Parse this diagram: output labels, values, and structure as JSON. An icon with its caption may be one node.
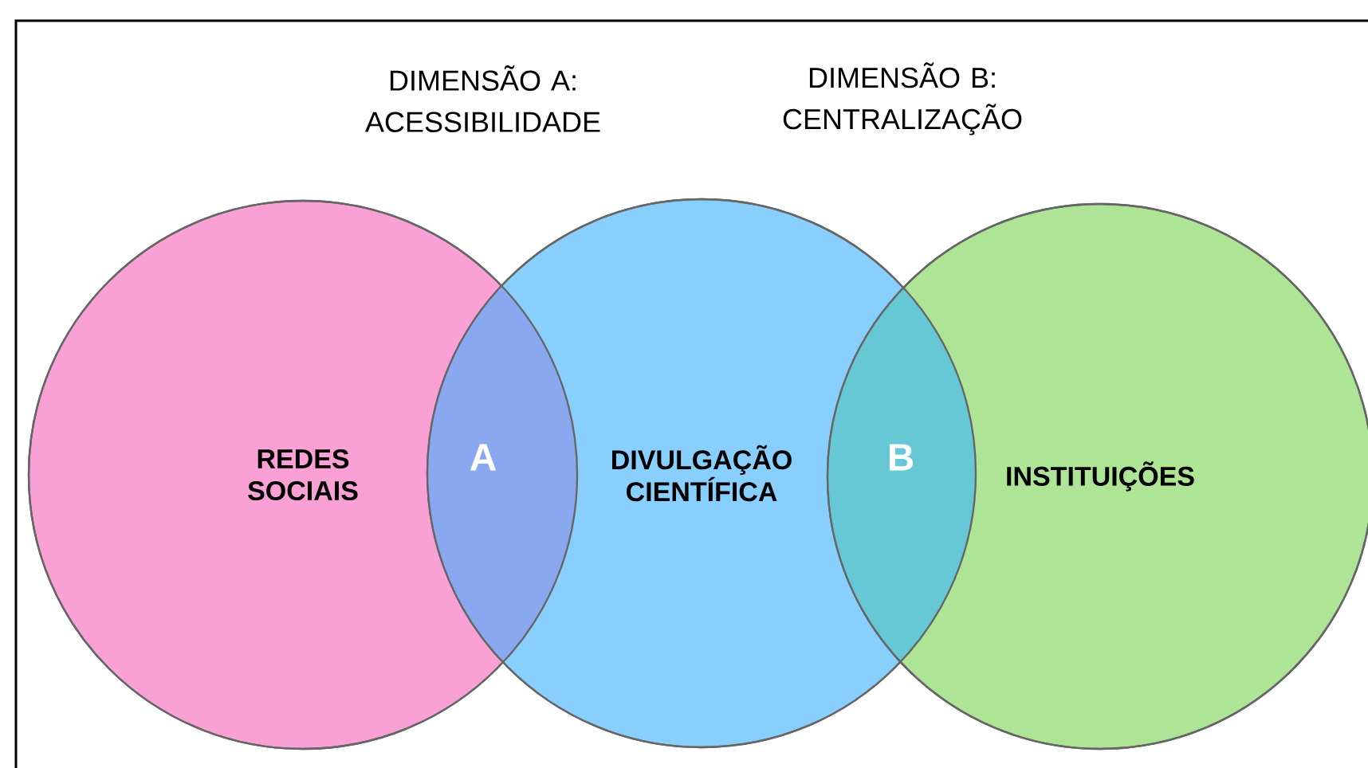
{
  "diagram": {
    "nodes": [
      {
        "text": [
          "REDES SOCIAIS"
        ]
      },
      {
        "text": [
          "DIVULGAÇÃO CIENTÍFICA"
        ]
      },
      {
        "text": [
          "INSTITUIÇÕES"
        ]
      }
    ],
    "labels": [
      "DIMENSÃO A: ACESSIBILIDADE",
      "DIMENSÃO B: CENTRALIZAÇÃO",
      "A",
      "B"
    ]
  }
}
